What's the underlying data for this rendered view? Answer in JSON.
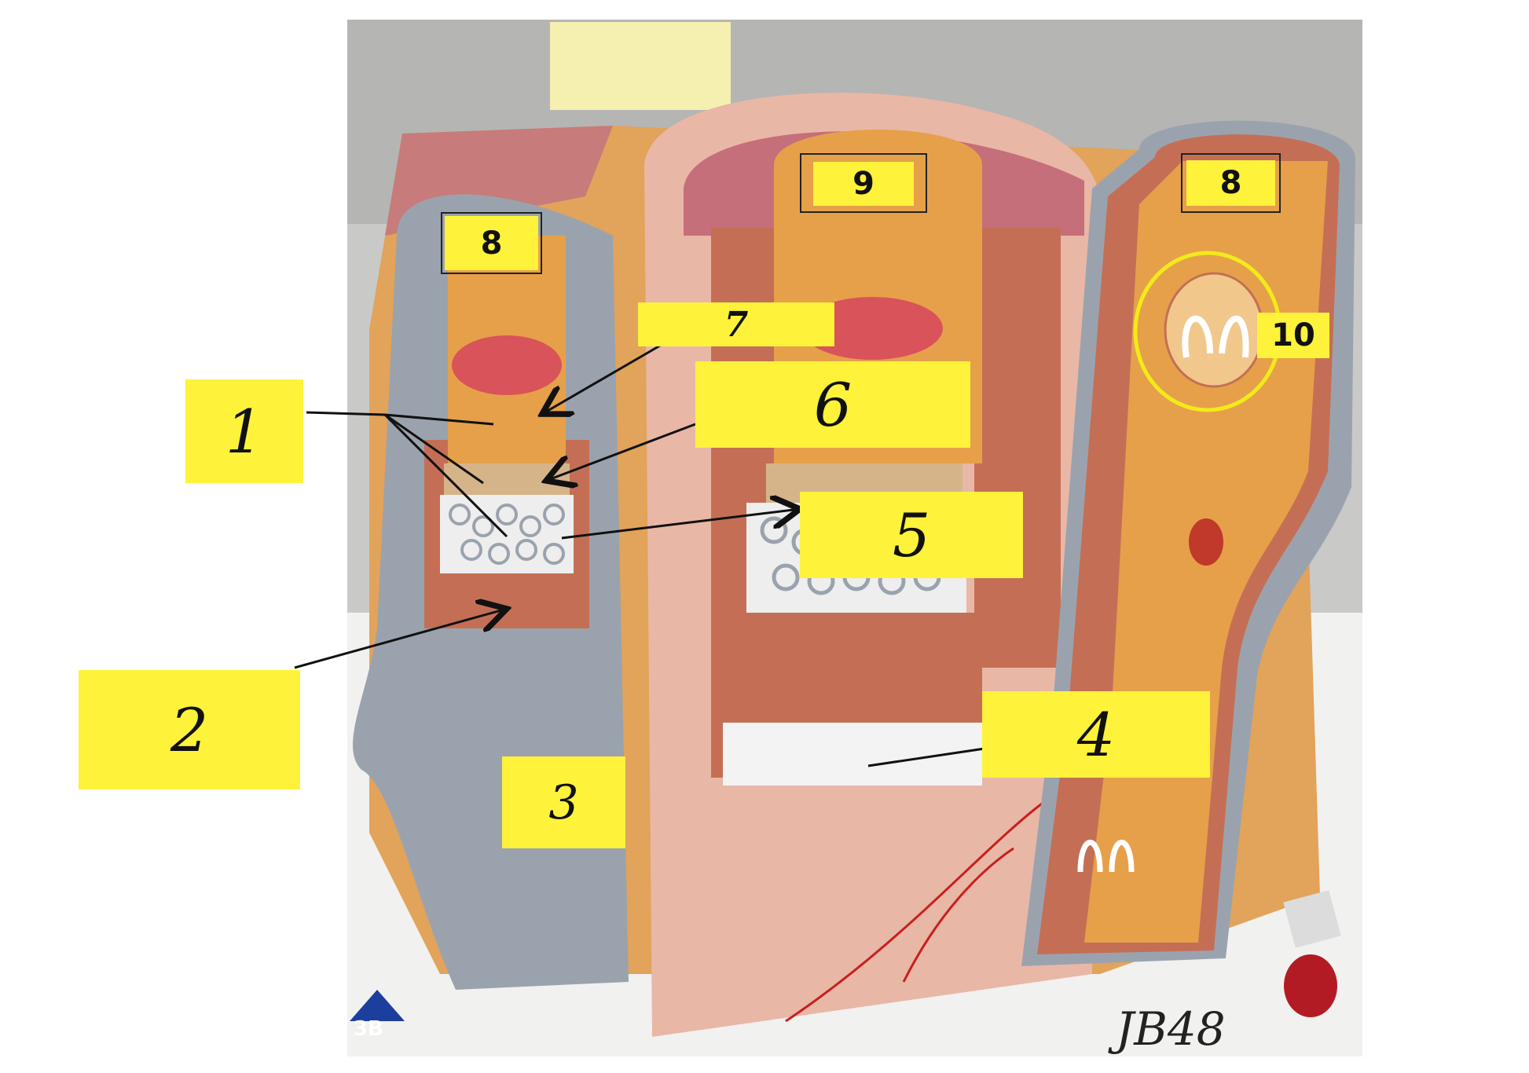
{
  "labels": {
    "l1": "1",
    "l2": "2",
    "l3": "3",
    "l4": "4",
    "l5": "5",
    "l6": "6",
    "l7": "7",
    "l8a": "8",
    "l8b": "8",
    "l9": "9",
    "l10": "10"
  },
  "model": {
    "brand_mark": "3B",
    "handwritten_tag": "JB48"
  },
  "colors": {
    "label_fill": "#fff23a",
    "adventitia_gray": "#9aa3ad",
    "muscle_red": "#c8745c",
    "endothelium_orange": "#e6a04a",
    "elastic_white": "#f4f4f4",
    "background_gray": "#bdbdbd"
  }
}
